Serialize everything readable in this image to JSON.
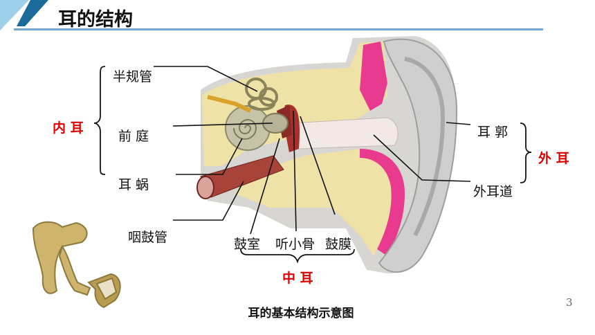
{
  "slide": {
    "title": "耳的结构",
    "page_number": "3"
  },
  "labels": {
    "semicircular_canals": "半规管",
    "vestibule": "前 庭",
    "cochlea": "耳 蜗",
    "eustachian_tube": "咽鼓管",
    "tympanic_cavity": "鼓室",
    "ossicles": "听小骨",
    "eardrum": "鼓膜",
    "auricle": "耳 郭",
    "ear_canal": "外耳道"
  },
  "groups": {
    "inner_ear": "内 耳",
    "middle_ear": "中 耳",
    "outer_ear": "外 耳"
  },
  "caption": "耳的基本结构示意图",
  "colors": {
    "accent_rule": "#6fa5cf",
    "group_label": "#e00000",
    "corner_dark": "#1a6a9a",
    "corner_light": "#9fd0ea"
  }
}
